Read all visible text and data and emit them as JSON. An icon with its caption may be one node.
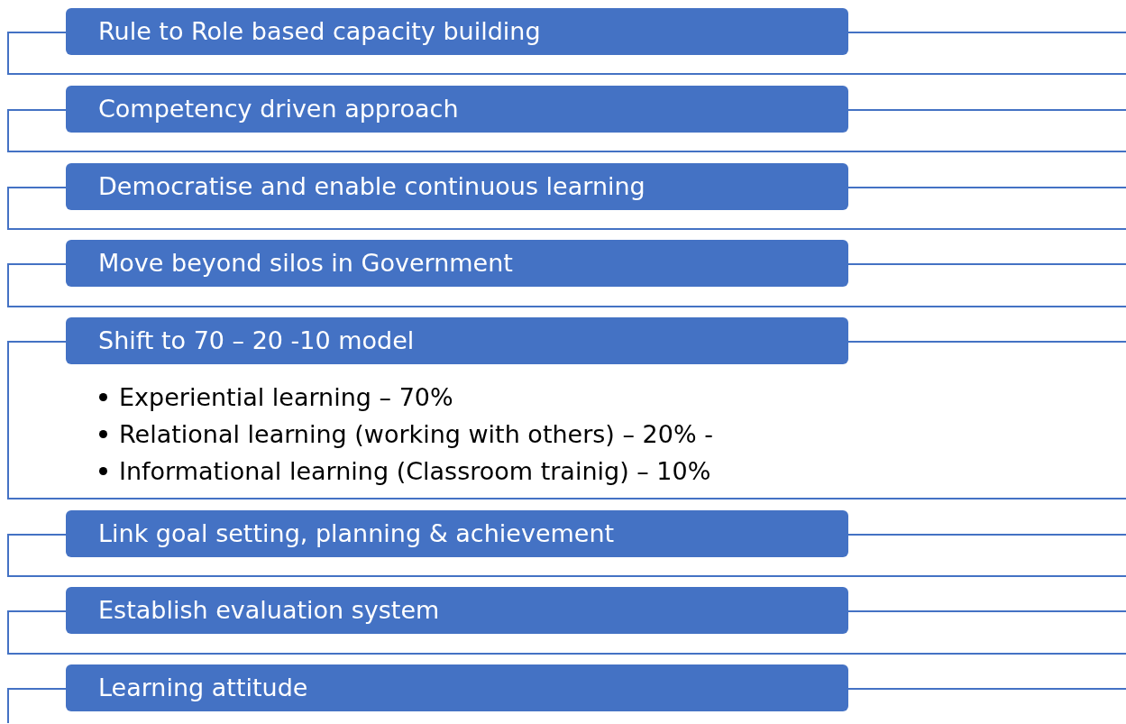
{
  "diagram": {
    "nodes": [
      {
        "text": [
          "Rule to Role based capacity building"
        ]
      },
      {
        "text": [
          "Competency driven approach"
        ]
      },
      {
        "text": [
          "Democratise and enable continuous learning"
        ]
      },
      {
        "text": [
          "Move beyond silos in Government"
        ]
      },
      {
        "text": [
          "Shift to 70 – 20 -10 model",
          "Experiential learning – 70%",
          "Relational learning (working with others) – 20% -",
          "Informational learning (Classroom trainig) – 10%"
        ]
      },
      {
        "text": [
          "Link goal setting, planning & achievement"
        ]
      },
      {
        "text": [
          "Establish evaluation system"
        ]
      },
      {
        "text": [
          "Learning attitude"
        ]
      }
    ]
  }
}
